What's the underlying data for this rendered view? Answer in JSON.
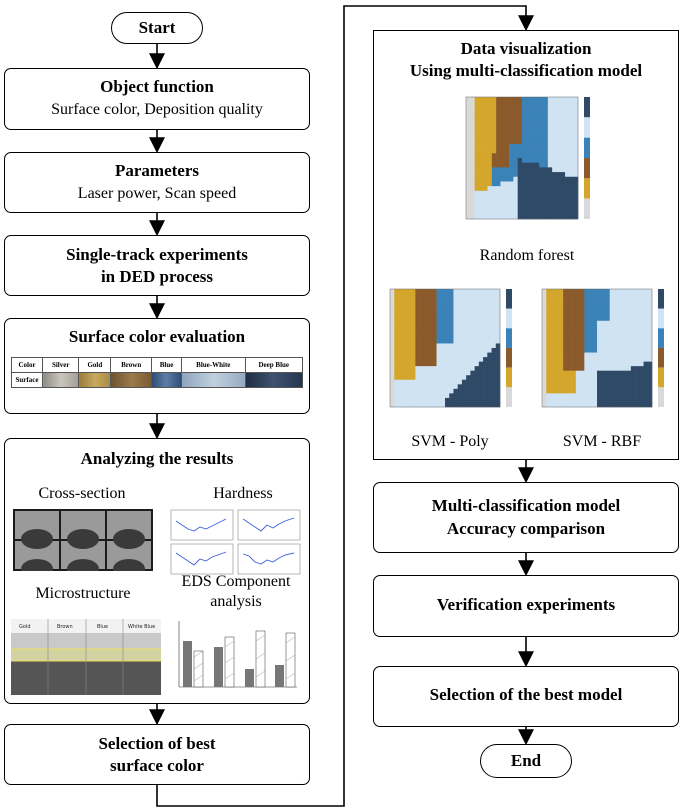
{
  "start": "Start",
  "end": "End",
  "objective": {
    "title": "Object function",
    "sub": "Surface color, Deposition quality"
  },
  "parameters": {
    "title": "Parameters",
    "sub": "Laser power, Scan speed"
  },
  "single_track": {
    "line1": "Single-track experiments",
    "line2": "in DED process"
  },
  "surface_eval": {
    "title": "Surface color evaluation",
    "header_label": "Color",
    "row_label": "Surface",
    "colors": [
      "Silver",
      "Gold",
      "Brown",
      "Blue",
      "Blue-White",
      "Deep Blue"
    ],
    "swatches": [
      "#b9b6ae",
      "#b99a52",
      "#8a6a3c",
      "#3d5f8c",
      "#9fb4c9",
      "#2f3f5a"
    ]
  },
  "analyze": {
    "title": "Analyzing the results",
    "cross_section": "Cross-section",
    "hardness": "Hardness",
    "microstructure": "Microstructure",
    "eds_line1": "EDS Component",
    "eds_line2": "analysis",
    "micro_cols": [
      "Gold",
      "Brown",
      "Blue",
      "White Blue"
    ]
  },
  "best_color": {
    "line1": "Selection of best",
    "line2": "surface color"
  },
  "visualization": {
    "line1": "Data visualization",
    "line2": "Using multi-classification model",
    "rf": "Random forest",
    "svm_poly": "SVM - Poly",
    "svm_rbf": "SVM - RBF"
  },
  "accuracy": {
    "line1": "Multi-classification model",
    "line2": "Accuracy comparison"
  },
  "verification": "Verification experiments",
  "best_model": "Selection of the best model",
  "map_colors": {
    "silver": "#d9d9d9",
    "gold": "#d4a72c",
    "brown": "#8b5a2b",
    "blue": "#3b82b8",
    "bluewhite": "#cfe3f3",
    "deepblue": "#2e4a66"
  }
}
